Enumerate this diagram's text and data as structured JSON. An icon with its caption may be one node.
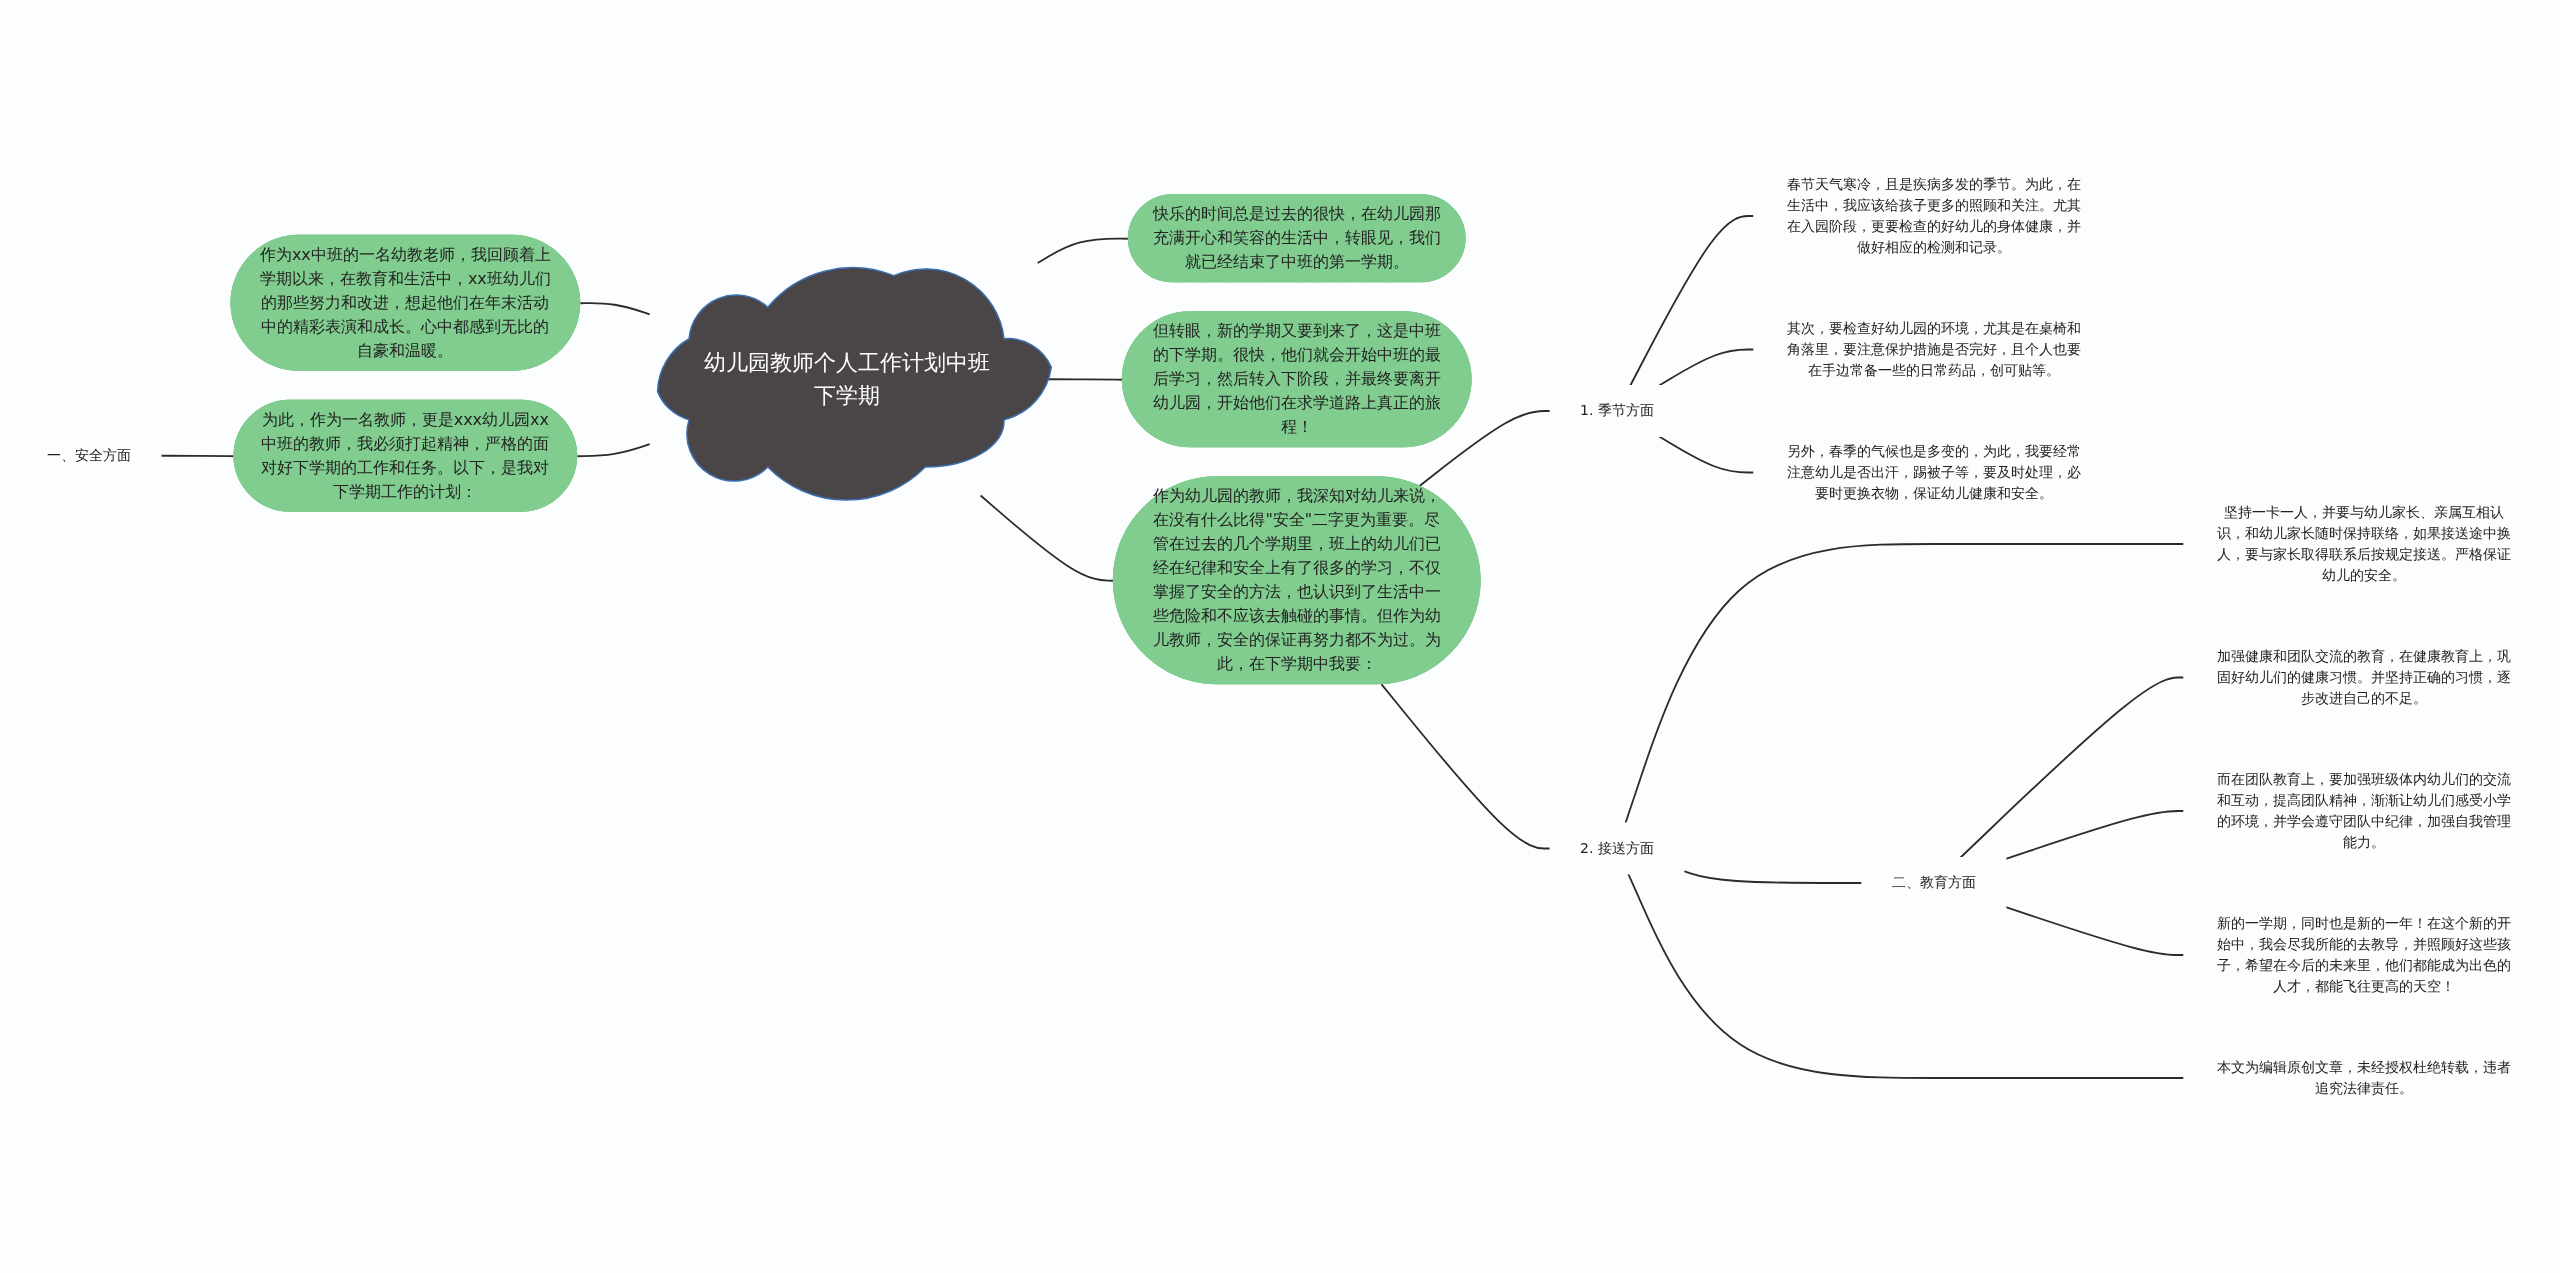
{
  "diagram": {
    "nodes": [
      {
        "text": [
          "幼儿园教师个人工作计划中班下学期"
        ]
      },
      {
        "text": [
          "作为xx中班的一名幼教老师，我回顾着上学期以来，在教育和生活中，xx班幼儿们的那些努力和改进，想起他们在年末活动中的精彩表演和成长。心中都感到无比的自豪和温暖。"
        ]
      },
      {
        "text": [
          "为此，作为一名教师，更是xxx幼儿园xx中班的教师，我必须打起精神，严格的面对好下学期的工作和任务。以下，是我对下学期工作的计划："
        ]
      },
      {
        "text": [
          "一、安全方面"
        ]
      },
      {
        "text": [
          "快乐的时间总是过去的很快，在幼儿园那充满开心和笑容的生活中，转眼见，我们就已经结束了中班的第一学期。"
        ]
      },
      {
        "text": [
          "但转眼，新的学期又要到来了，这是中班的下学期。很快，他们就会开始中班的最后学习，然后转入下阶段，并最终要离开幼儿园，开始他们在求学道路上真正的旅程！"
        ]
      },
      {
        "text": [
          "作为幼儿园的教师，我深知对幼儿来说，在没有什么比得\"安全\"二字更为重要。尽管在过去的几个学期里，班上的幼儿们已经在纪律和安全上有了很多的学习，不仅掌握了安全的方法，也认识到了生活中一些危险和不应该去触碰的事情。但作为幼儿教师，安全的保证再努力都不为过。为此，在下学期中我要："
        ]
      },
      {
        "text": [
          "1. 季节方面"
        ]
      },
      {
        "text": [
          "春节天气寒冷，且是疾病多发的季节。为此，在生活中，我应该给孩子更多的照顾和关注。尤其在入园阶段，更要检查的好幼儿的身体健康，并做好相应的检测和记录。"
        ]
      },
      {
        "text": [
          "其次，要检查好幼儿园的环境，尤其是在桌椅和角落里，要注意保护措施是否完好，且个人也要在手边常备一些的日常药品，创可贴等。"
        ]
      },
      {
        "text": [
          "另外，春季的气候也是多变的，为此，我要经常注意幼儿是否出汗，踢被子等，要及时处理，必要时更换衣物，保证幼儿健康和安全。"
        ]
      },
      {
        "text": [
          "2. 接送方面"
        ]
      },
      {
        "text": [
          "坚持一卡一人，并要与幼儿家长、亲属互相认识，和幼儿家长随时保持联络，如果接送途中换人，要与家长取得联系后按规定接送。严格保证幼儿的安全。"
        ]
      },
      {
        "text": [
          "二、教育方面"
        ]
      },
      {
        "text": [
          "加强健康和团队交流的教育，在健康教育上，巩固好幼儿们的健康习惯。并坚持正确的习惯，逐步改进自己的不足。"
        ]
      },
      {
        "text": [
          "而在团队教育上，要加强班级体内幼儿们的交流和互动，提高团队精神，渐渐让幼儿们感受小学的环境，并学会遵守团队中纪律，加强自我管理能力。"
        ]
      },
      {
        "text": [
          "新的一学期，同时也是新的一年！在这个新的开始中，我会尽我所能的去教导，并照顾好这些孩子，希望在今后的未来里，他们都能成为出色的人才，都能飞往更高的天空！"
        ]
      },
      {
        "text": [
          "本文为编辑原创文章，未经授权杜绝转载，违者追究法律责任。"
        ]
      }
    ],
    "edges": [
      {
        "from": 1,
        "to": 0,
        "arrow": "none"
      },
      {
        "from": 2,
        "to": 0,
        "arrow": "none"
      },
      {
        "from": 3,
        "to": 2,
        "arrow": "none"
      },
      {
        "from": 0,
        "to": 4,
        "arrow": "none"
      },
      {
        "from": 0,
        "to": 5,
        "arrow": "none"
      },
      {
        "from": 0,
        "to": 6,
        "arrow": "none"
      },
      {
        "from": 6,
        "to": 7,
        "arrow": "none"
      },
      {
        "from": 7,
        "to": 8,
        "arrow": "none"
      },
      {
        "from": 7,
        "to": 9,
        "arrow": "none"
      },
      {
        "from": 7,
        "to": 10,
        "arrow": "none"
      },
      {
        "from": 6,
        "to": 11,
        "arrow": "none"
      },
      {
        "from": 11,
        "to": 12,
        "arrow": "none"
      },
      {
        "from": 11,
        "to": 13,
        "arrow": "none"
      },
      {
        "from": 13,
        "to": 14,
        "arrow": "none"
      },
      {
        "from": 13,
        "to": 15,
        "arrow": "none"
      },
      {
        "from": 13,
        "to": 16,
        "arrow": "none"
      },
      {
        "from": 11,
        "to": 17,
        "arrow": "none"
      }
    ]
  }
}
